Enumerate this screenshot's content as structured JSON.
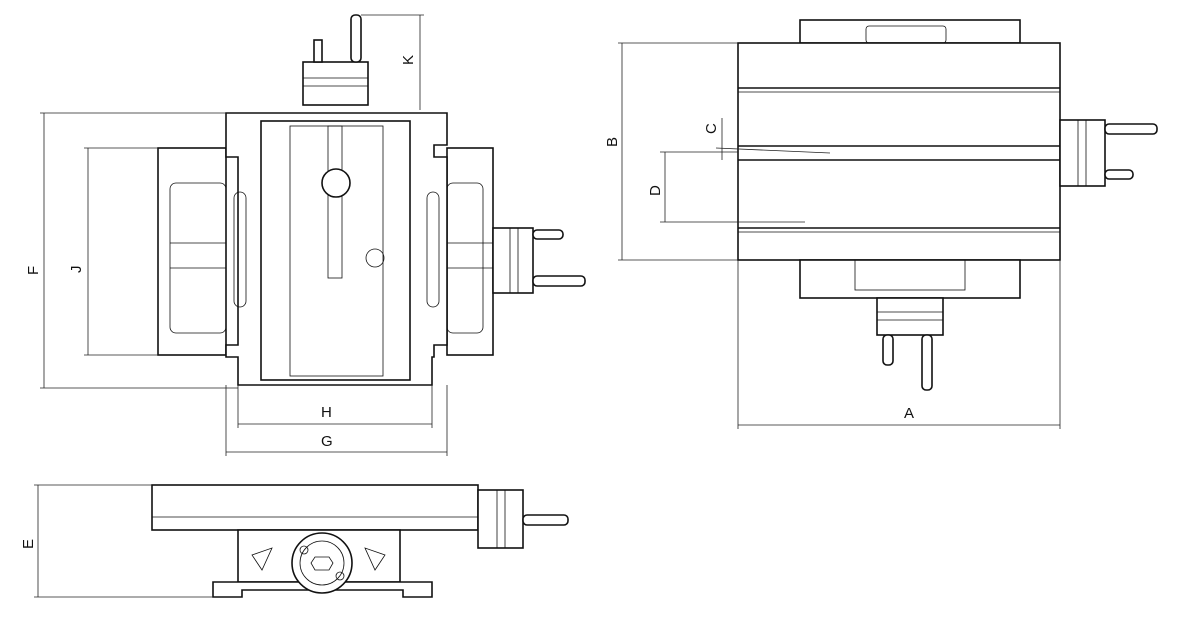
{
  "drawing": {
    "views": [
      "plan-view",
      "front-view",
      "side-view"
    ],
    "dimension_labels": {
      "A": "A",
      "B": "B",
      "C": "C",
      "D": "D",
      "E": "E",
      "F": "F",
      "G": "G",
      "H": "H",
      "J": "J",
      "K": "K"
    },
    "line_color": "#111111",
    "background": "#ffffff"
  }
}
